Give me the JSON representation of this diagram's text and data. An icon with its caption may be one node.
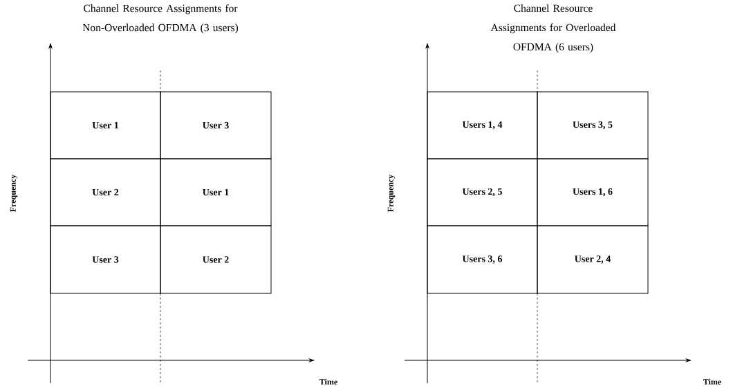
{
  "diagram": {
    "nodes": [
      {
        "text": [
          "User 1"
        ]
      },
      {
        "text": [
          "User 3"
        ]
      },
      {
        "text": [
          "User 2"
        ]
      },
      {
        "text": [
          "User 1"
        ]
      },
      {
        "text": [
          "User 3"
        ]
      },
      {
        "text": [
          "User 2"
        ]
      },
      {
        "text": [
          "Users 1, 4"
        ]
      },
      {
        "text": [
          "Users 3, 5"
        ]
      },
      {
        "text": [
          "Users 2, 5"
        ]
      },
      {
        "text": [
          "Users 1, 6"
        ]
      },
      {
        "text": [
          "Users 3, 6"
        ]
      },
      {
        "text": [
          "User 2, 4"
        ]
      }
    ],
    "labels": [
      "Channel Resource Assignments for Non-Overloaded OFDMA (3 users)",
      "Frequency",
      "Time",
      "Channel Resource Assignments for Overloaded OFDMA (6 users)",
      "Frequency",
      "Time"
    ]
  }
}
